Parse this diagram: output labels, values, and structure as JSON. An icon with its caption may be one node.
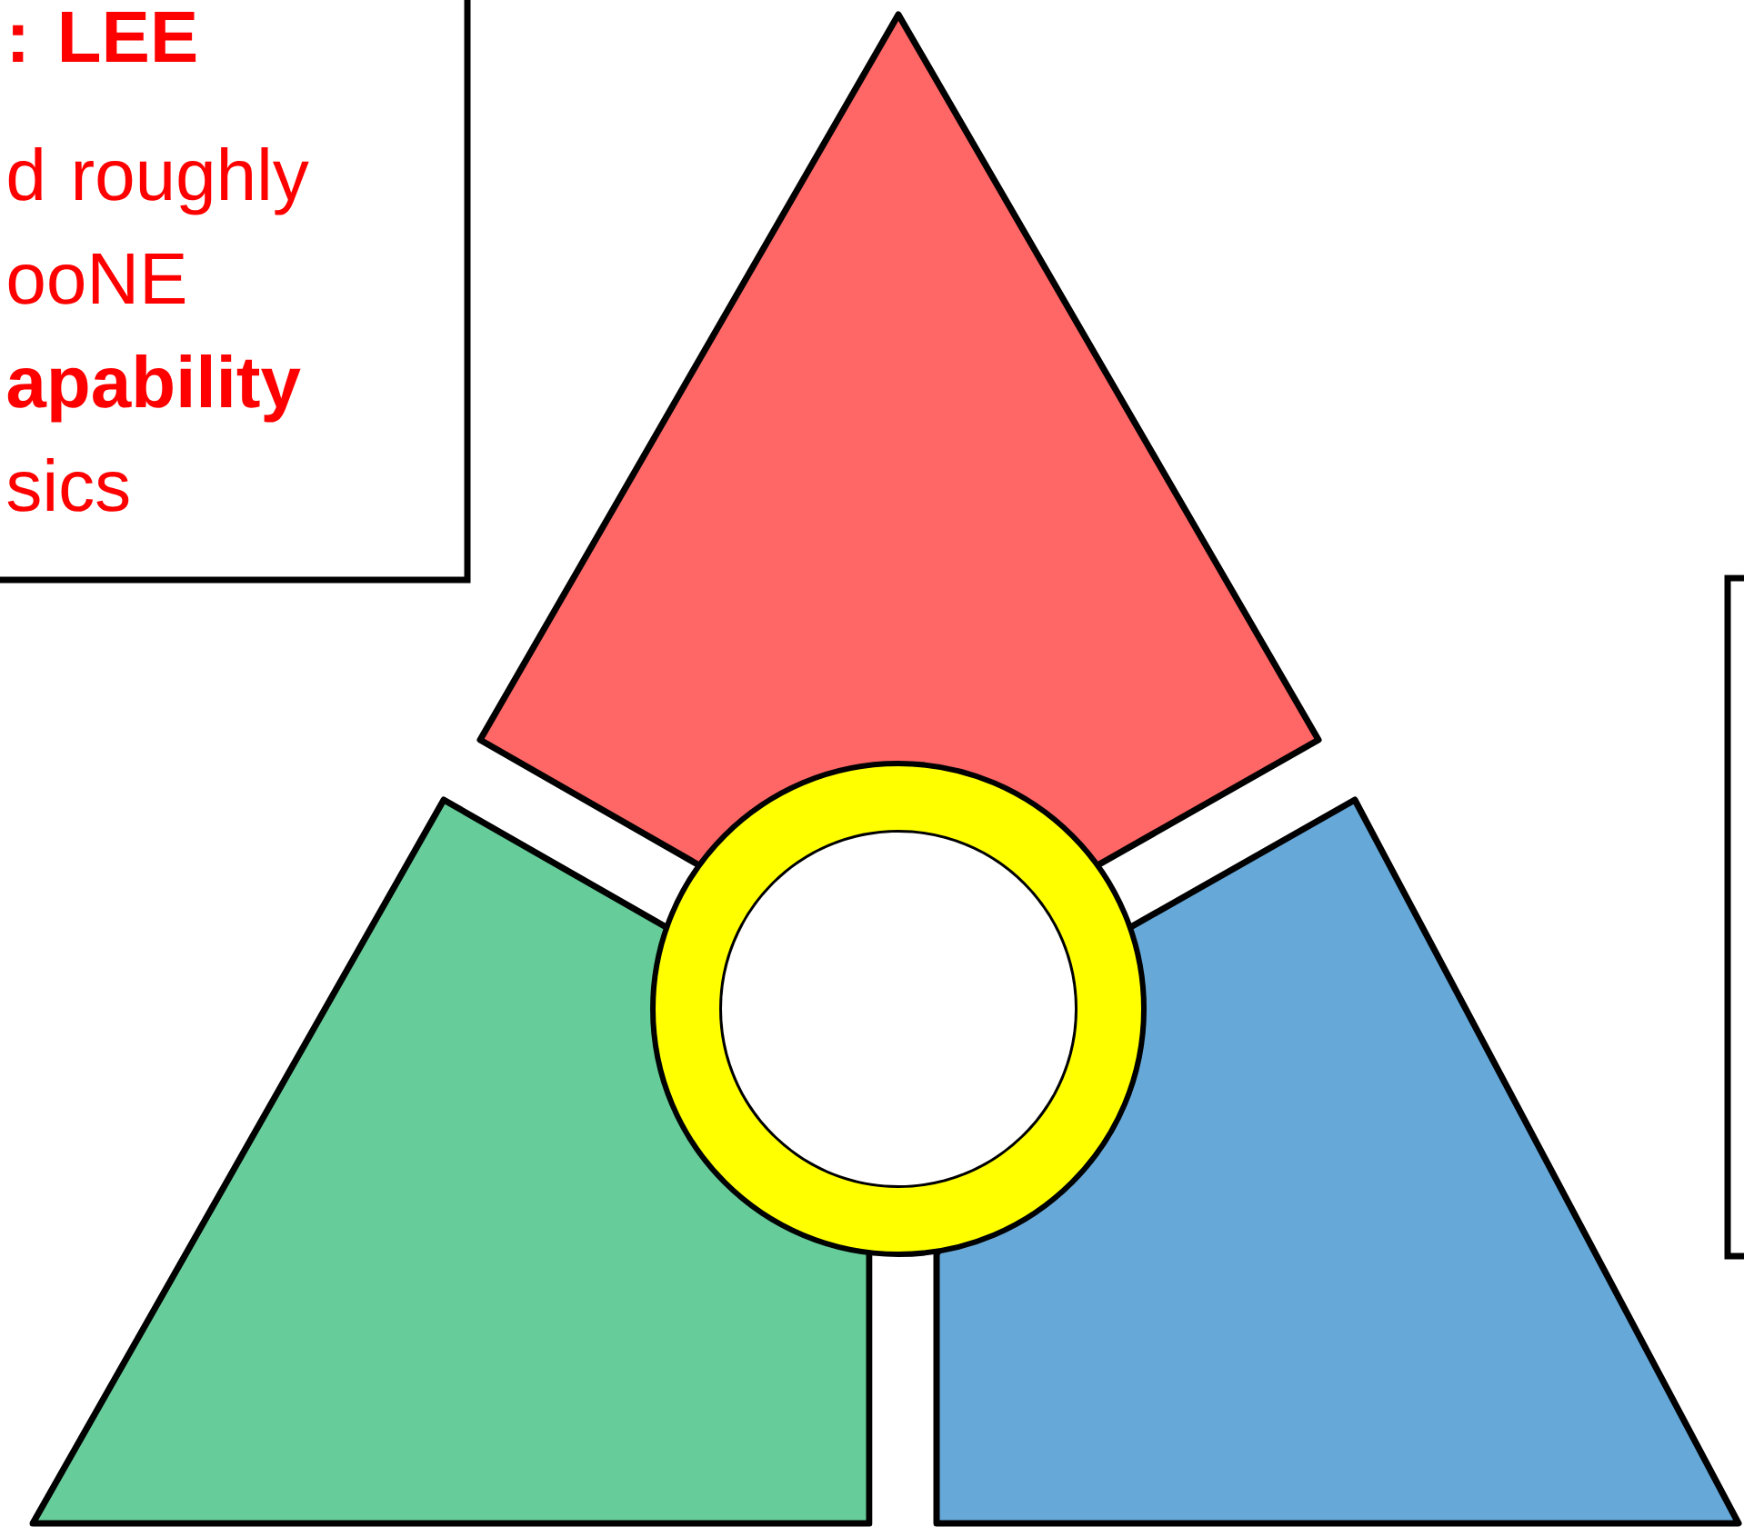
{
  "diagram": {
    "nodes": [
      {
        "text": [
          ": LEE",
          "d roughly ooNE **apability** sics"
        ]
      },
      {
        "text": [],
        "shape": "triangle"
      },
      {
        "text": [],
        "shape": "box"
      },
      {
        "text": [],
        "shape": "ring"
      },
      {
        "text": [],
        "shape": "trapezoid"
      },
      {
        "text": [],
        "shape": "trapezoid"
      }
    ]
  }
}
